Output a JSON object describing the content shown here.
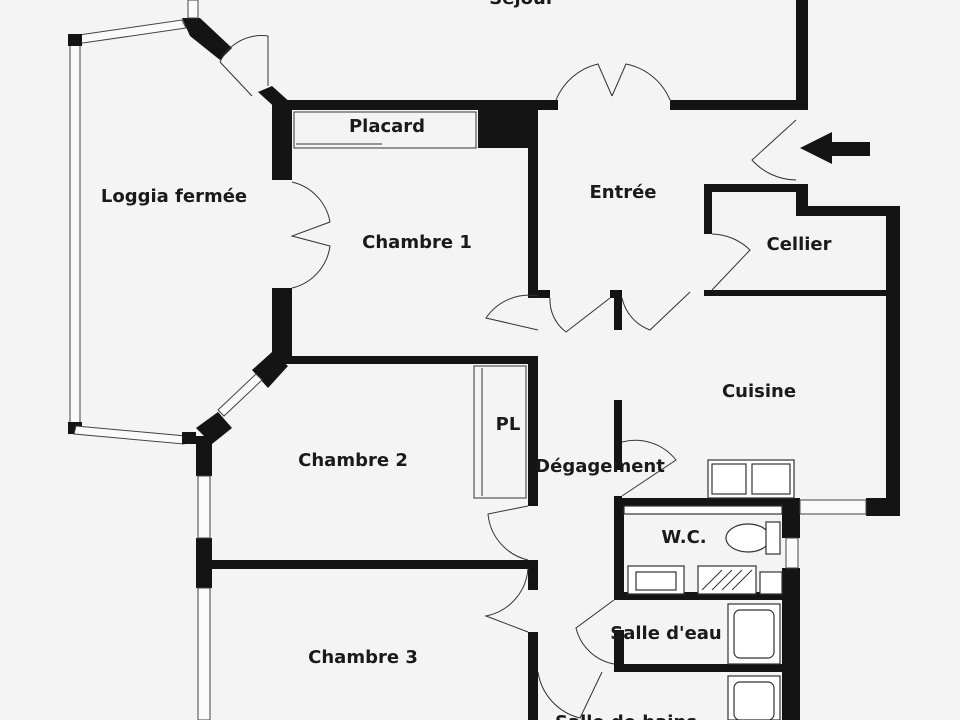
{
  "plan": {
    "rooms": {
      "sejour": "Séjour",
      "loggia": "Loggia fermée",
      "placard": "Placard",
      "entree": "Entrée",
      "chambre1": "Chambre 1",
      "cellier": "Cellier",
      "cuisine": "Cuisine",
      "chambre2": "Chambre 2",
      "pl": "PL",
      "degagement": "Dégagement",
      "wc": "W.C.",
      "salle_eau": "Salle d'eau",
      "chambre3": "Chambre 3",
      "salle_bains": "Salle de bains"
    },
    "colors": {
      "wall": "#141414",
      "background": "#f4f4f4"
    }
  }
}
